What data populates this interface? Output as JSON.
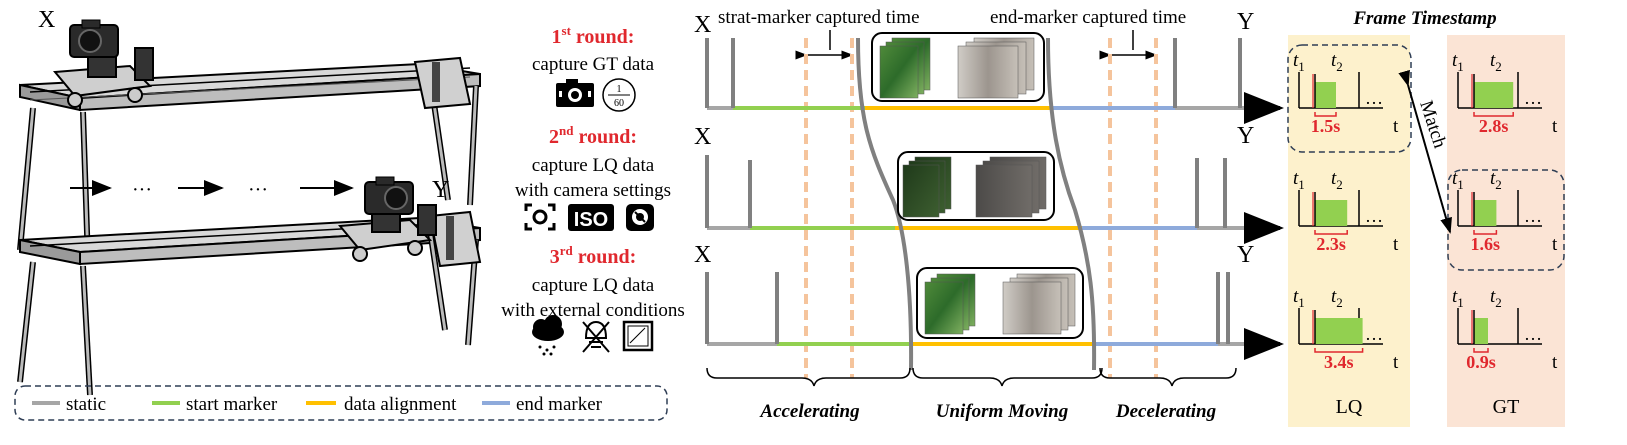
{
  "positions": {
    "x": "X",
    "y": "Y",
    "ellipsis": "···"
  },
  "rounds": [
    {
      "ord": "1",
      "sup": "st",
      "word": " round",
      "colon": ":",
      "lines": [
        "capture GT data"
      ]
    },
    {
      "ord": "2",
      "sup": "nd",
      "word": " round",
      "colon": ":",
      "lines": [
        "capture LQ data",
        "with camera settings"
      ],
      "iso_label": "ISO"
    },
    {
      "ord": "3",
      "sup": "rd",
      "word": " round",
      "colon": ":",
      "lines": [
        "capture LQ data",
        "with external conditions"
      ]
    }
  ],
  "timer_icon": {
    "top": "1",
    "bottom": "60"
  },
  "legend": [
    "static",
    "start marker",
    "data alignment",
    "end marker"
  ],
  "colors": {
    "static": "#a6a6a6",
    "start_marker": "#92d050",
    "data_alignment": "#ffc000",
    "end_marker": "#8eaadb",
    "round_title": "#e0282e",
    "lq_panel": "#fdf1cc",
    "gt_panel": "#fbe4d5",
    "guide_dash": "#f5c49c"
  },
  "timeline": {
    "start_label": "strat-marker captured time",
    "end_label": "end-marker captured time",
    "phases": [
      "Accelerating",
      "Uniform Moving",
      "Decelerating"
    ]
  },
  "frames": {
    "title": "Frame Timestamp",
    "t1": "t",
    "t1_sub": "1",
    "t2": "t",
    "t2_sub": "2",
    "axis": "t",
    "dots": "…",
    "match": "Match",
    "lq": {
      "label": "LQ",
      "times": [
        "1.5s",
        "2.3s",
        "3.4s"
      ]
    },
    "gt": {
      "label": "GT",
      "times": [
        "2.8s",
        "1.6s",
        "0.9s"
      ]
    }
  }
}
